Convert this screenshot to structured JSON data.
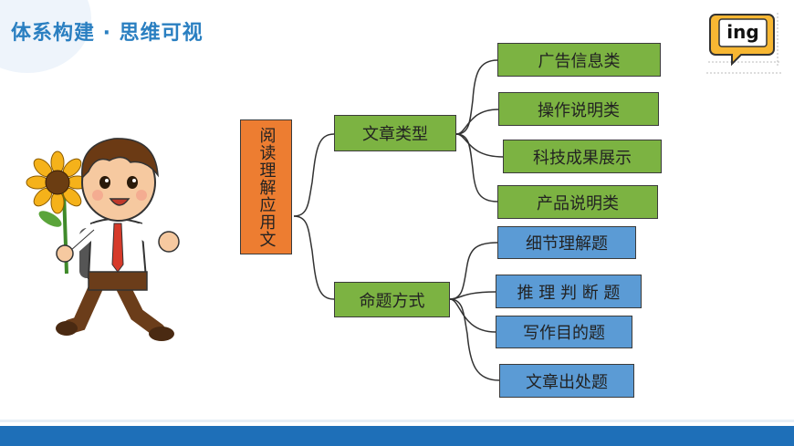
{
  "header": {
    "title": "体系构建 · 思维可视"
  },
  "badge": {
    "text": "ing"
  },
  "colors": {
    "accent": "#2a7fc1",
    "green": "#7cb342",
    "blue": "#5b9bd5",
    "orange": "#ed7d31"
  },
  "mindmap": {
    "root": "阅读理解应用文",
    "branches": [
      {
        "label": "文章类型",
        "children": [
          "广告信息类",
          "操作说明类",
          "科技成果展示",
          "产品说明类"
        ]
      },
      {
        "label": "命题方式",
        "children": [
          "细节理解题",
          "推 理 判 断 题",
          "写作目的题",
          "文章出处题"
        ]
      }
    ]
  }
}
